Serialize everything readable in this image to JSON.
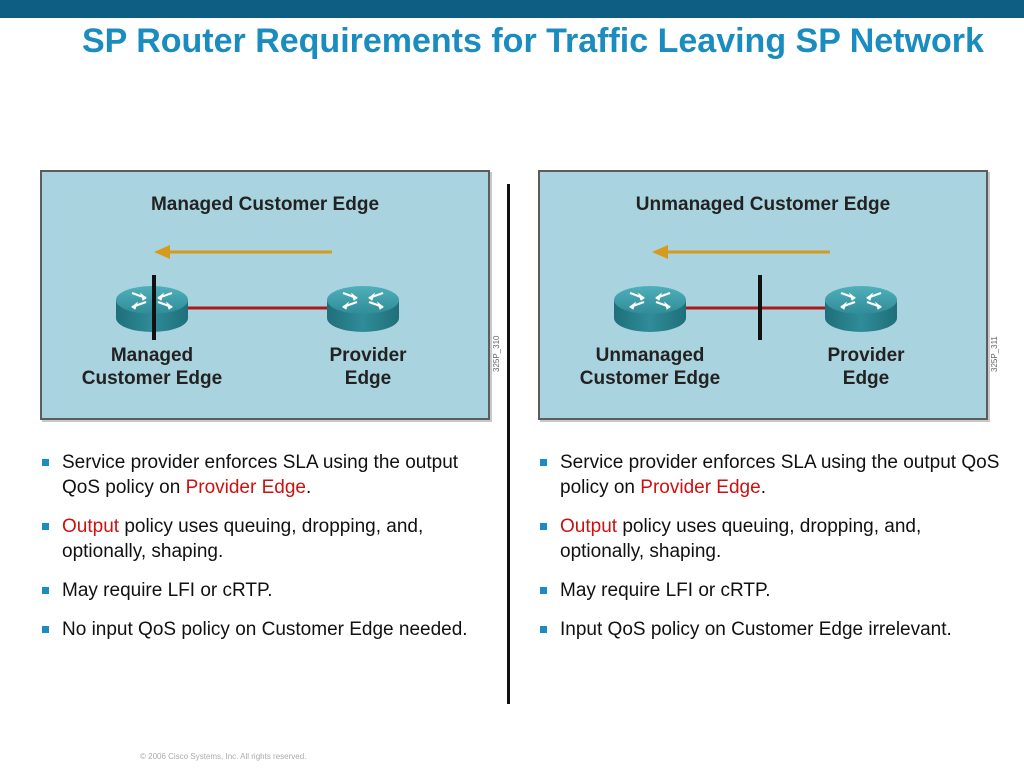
{
  "slide": {
    "title": "SP Router Requirements for Traffic Leaving SP Network",
    "footer": "© 2006 Cisco Systems, Inc. All rights reserved."
  },
  "colors": {
    "top_bar": "#0d5e82",
    "title": "#1a8cc0",
    "panel_bg": "#a9d4df",
    "arrow": "#d69a1e",
    "link": "#b01818",
    "router": "#2f8c98",
    "highlight": "#cc1111",
    "bullet": "#1a8cc0"
  },
  "left_panel": {
    "heading": "Managed Customer Edge",
    "figure_id": "325P_310",
    "router_left": {
      "line1": "Managed",
      "line2": "Customer Edge"
    },
    "router_right": {
      "line1": "Provider",
      "line2": "Edge"
    },
    "boundary_position": "at customer edge router",
    "arrow_direction": "right-to-left"
  },
  "right_panel": {
    "heading": "Unmanaged Customer Edge",
    "figure_id": "325P_311",
    "router_left": {
      "line1": "Unmanaged",
      "line2": "Customer Edge"
    },
    "router_right": {
      "line1": "Provider",
      "line2": "Edge"
    },
    "boundary_position": "on link between routers",
    "arrow_direction": "right-to-left"
  },
  "left_bullets": {
    "b1_pre": "Service provider enforces SLA using the output QoS policy on ",
    "b1_red": "Provider Edge",
    "b1_post": ".",
    "b2_red": "Output",
    "b2_post": " policy uses queuing, dropping, and, optionally, shaping.",
    "b3": "May require LFI or cRTP.",
    "b4": "No input QoS policy on Customer Edge needed."
  },
  "right_bullets": {
    "b1_pre": "Service provider enforces SLA using the output QoS policy on ",
    "b1_red": "Provider Edge",
    "b1_post": ".",
    "b2_red": "Output",
    "b2_post": " policy uses queuing, dropping, and, optionally, shaping.",
    "b3": "May require LFI or cRTP.",
    "b4": "Input QoS policy on Customer Edge irrelevant."
  }
}
